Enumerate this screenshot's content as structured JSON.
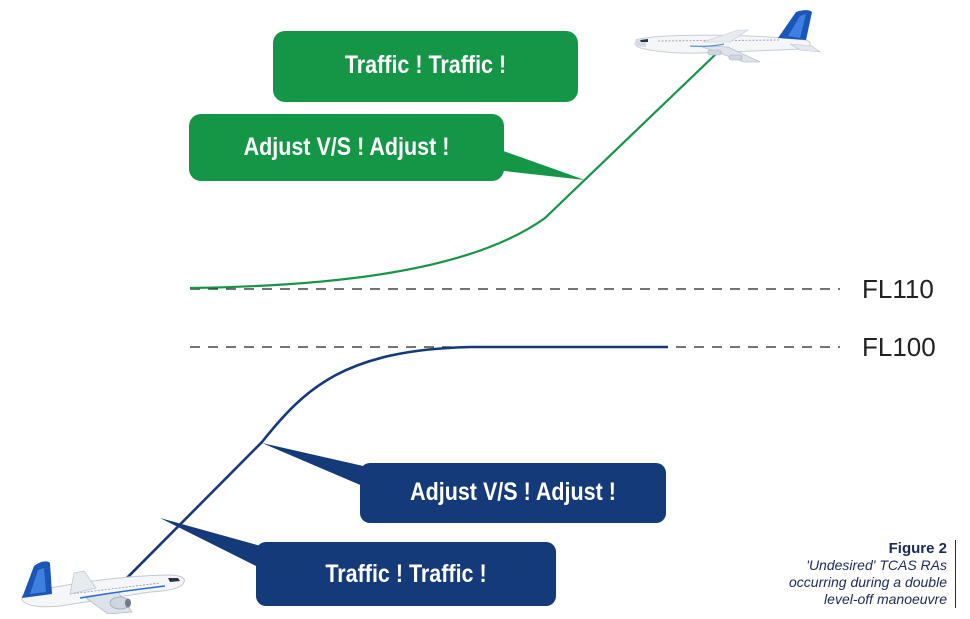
{
  "flight_levels": {
    "upper": "FL110",
    "lower": "FL100"
  },
  "upper_aircraft": {
    "bubbles": [
      {
        "text": "Traffic ! Traffic !"
      },
      {
        "text": "Adjust V/S ! Adjust !"
      }
    ]
  },
  "lower_aircraft": {
    "bubbles": [
      {
        "text": "Adjust V/S ! Adjust !"
      },
      {
        "text": "Traffic ! Traffic !"
      }
    ]
  },
  "caption": {
    "title": "Figure 2",
    "text": "'Undesired' TCAS RAs\noccurring during a double\nlevel-off manoeuvre"
  },
  "colors": {
    "green": "#159646",
    "navy": "#143a79",
    "dash": "#222222",
    "caption": "#1b2a5c"
  }
}
